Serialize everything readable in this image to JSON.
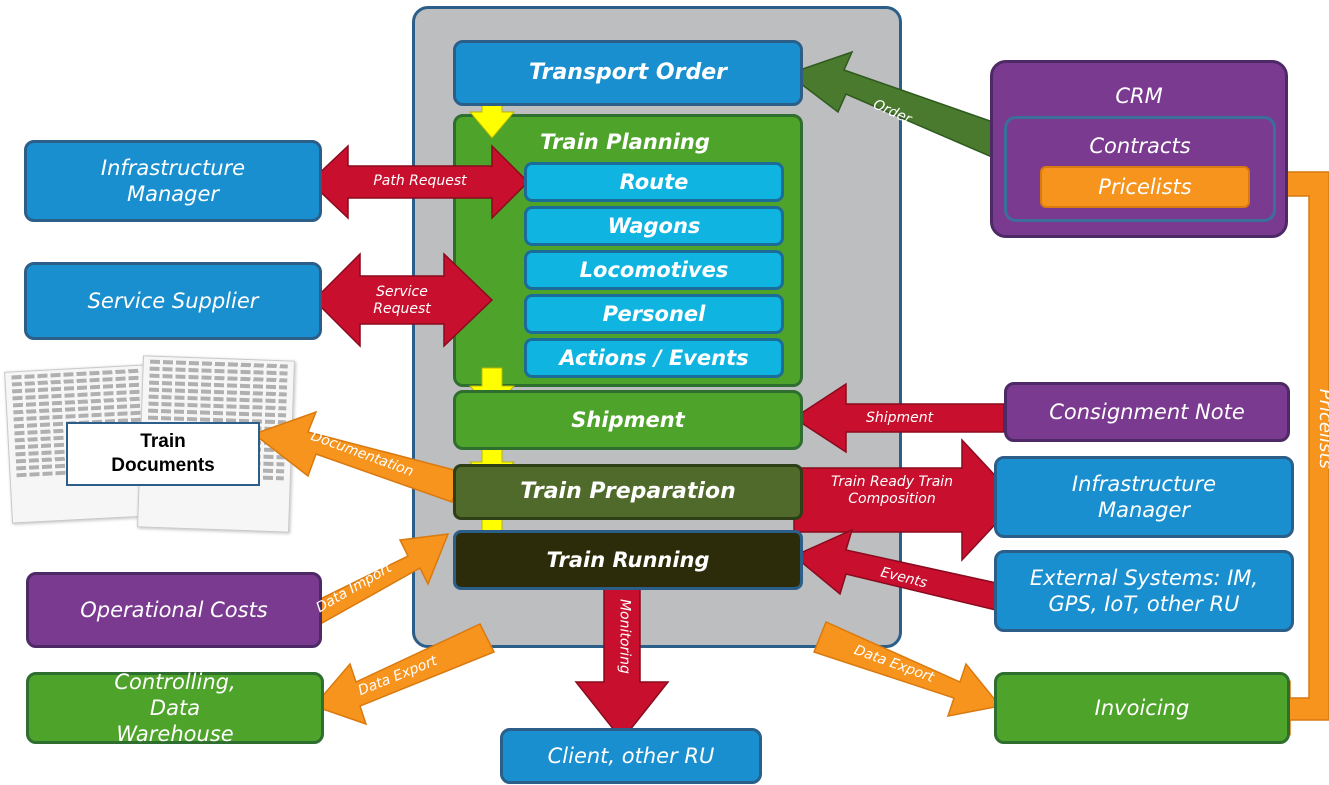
{
  "main": {
    "transport_order": "Transport Order",
    "train_planning": "Train Planning",
    "planning_items": [
      "Route",
      "Wagons",
      "Locomotives",
      "Personel",
      "Actions / Events"
    ],
    "shipment": "Shipment",
    "train_preparation": "Train Preparation",
    "train_running": "Train Running"
  },
  "left": {
    "infrastructure_manager": "Infrastructure Manager",
    "service_supplier": "Service Supplier",
    "train_documents": "Train Documents",
    "operational_costs": "Operational Costs",
    "controlling": "Controlling, Data Warehouse"
  },
  "right": {
    "crm": "CRM",
    "contracts": "Contracts",
    "pricelists": "Pricelists",
    "consignment_note": "Consignment Note",
    "infrastructure_manager": "Infrastructure Manager",
    "external_systems": "External Systems: IM, GPS, IoT, other RU",
    "invoicing": "Invoicing"
  },
  "bottom": {
    "client": "Client, other RU"
  },
  "flows": {
    "order": "Order",
    "path_request": "Path Request",
    "service_request": "Service Request",
    "documentation": "Documentation",
    "shipment": "Shipment",
    "train_ready": "Train Ready Train Composition",
    "events": "Events",
    "data_import": "Data Import",
    "data_export_left": "Data Export",
    "data_export_right": "Data Export",
    "monitoring": "Monitoring",
    "pricelists": "Pricelists"
  },
  "colors": {
    "blue": "#1a8fcf",
    "purple": "#7a3a8f",
    "green": "#4ea32a",
    "cyan": "#10b4e0",
    "red_arrow": "#c8102e",
    "orange_arrow": "#f7941d",
    "yellow_arrow": "#ffff00",
    "dark_green_arrow": "#4a7a2e"
  }
}
